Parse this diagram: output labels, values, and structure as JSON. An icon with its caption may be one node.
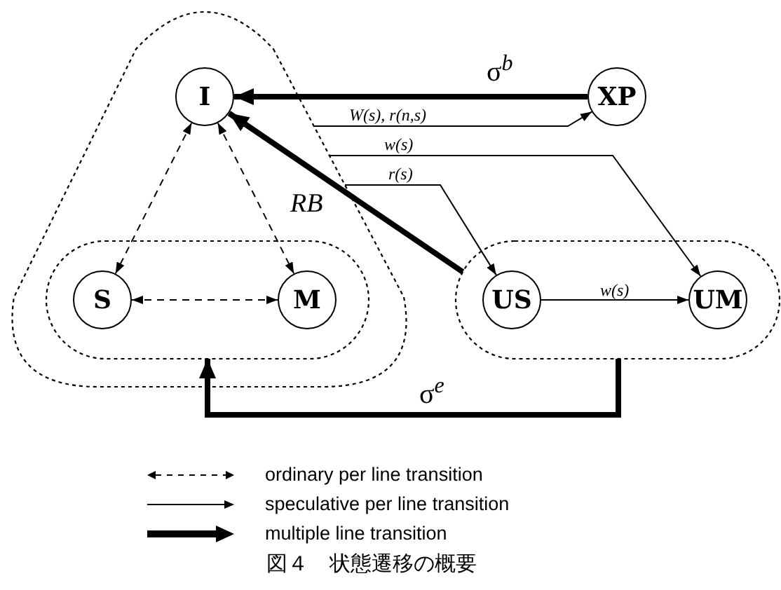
{
  "diagram": {
    "caption": "図４　状態遷移の概要",
    "nodes": [
      {
        "text": [],
        "shape": "box"
      },
      {
        "text": [
          "I"
        ],
        "in": 0
      },
      {
        "text": [],
        "shape": "box",
        "in": 0
      },
      {
        "text": [
          "S"
        ],
        "in": 2
      },
      {
        "text": [
          "M"
        ],
        "in": 2
      },
      {
        "text": [
          "XP"
        ]
      },
      {
        "text": [],
        "shape": "box"
      },
      {
        "text": [
          "US"
        ],
        "in": 6
      },
      {
        "text": [
          "UM"
        ],
        "in": 6
      }
    ],
    "edges": [
      {
        "from": 5,
        "to": 1,
        "arrow": "to",
        "style": "thick",
        "label": "σ$^{b}$"
      },
      {
        "from": 1,
        "to": 3,
        "arrow": "both",
        "style": "dashed"
      },
      {
        "from": 1,
        "to": 4,
        "arrow": "both",
        "style": "dashed"
      },
      {
        "from": 3,
        "to": 4,
        "arrow": "both",
        "style": "dashed"
      },
      {
        "from": 0,
        "to": 5,
        "arrow": "to",
        "label": "W(s), r(n,s)"
      },
      {
        "from": 0,
        "to": 8,
        "arrow": "to",
        "label": "w(s)"
      },
      {
        "from": 0,
        "to": 7,
        "arrow": "to",
        "label": "r(s)"
      },
      {
        "from": 6,
        "to": 1,
        "arrow": "to",
        "style": "thick",
        "label": "RB"
      },
      {
        "from": 7,
        "to": 8,
        "arrow": "to",
        "label": "w(s)"
      },
      {
        "from": 6,
        "to": 2,
        "arrow": "to",
        "style": "thick",
        "label": "σ$^{e}$"
      }
    ],
    "legend": [
      {
        "text": "ordinary per line transition"
      },
      {
        "text": "speculative per line transition"
      },
      {
        "text": "multiple line transition"
      }
    ]
  }
}
